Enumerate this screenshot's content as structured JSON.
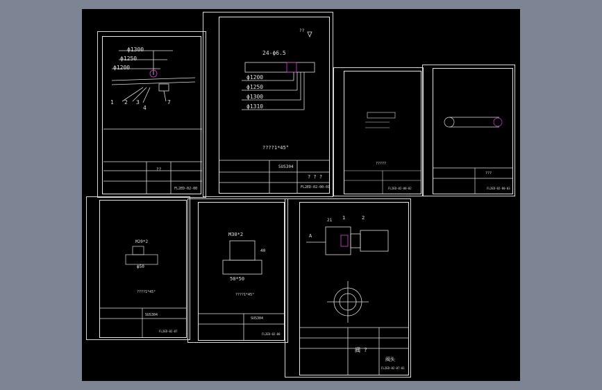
{
  "sheets": {
    "s1": {
      "dims": [
        "ϕ1300",
        "ϕ1250",
        "ϕ1200"
      ],
      "callouts": [
        "1",
        "2",
        "3",
        "4",
        "7"
      ],
      "code": "FL2ED-02-00",
      "title_mark": "??"
    },
    "s2": {
      "dims": [
        "24-ϕ6.5",
        "ϕ1200",
        "ϕ1250",
        "ϕ1300",
        "ϕ1310"
      ],
      "note": "????1*45°",
      "roughness": "??",
      "material": "SUS304",
      "name": "? ? ?",
      "code": "FL2ED-02-00-01"
    },
    "s3": {
      "code": "FL2ED-02-00-02",
      "note": "?????"
    },
    "s4": {
      "code": "FL2ED-02-00-03",
      "note": "???"
    },
    "s5": {
      "dims": [
        "M20*2",
        "ϕ50"
      ],
      "note": "????1*45°",
      "code": "FL2ED-02-07",
      "material": "SUS304"
    },
    "s6": {
      "dims": [
        "M30*2",
        "50*50",
        "40"
      ],
      "note": "????1*45°",
      "code": "FL2ED-02-08",
      "material": "SUS304"
    },
    "s7": {
      "callouts": [
        "1",
        "2",
        "A",
        "21"
      ],
      "title": "阀 ?",
      "label": "阀头",
      "code": "FL2ED-02-07-01"
    }
  },
  "colors": {
    "background": "#7d8494",
    "canvas": "#000000",
    "line": "#e0e0e0",
    "accent": "#e040e0"
  }
}
